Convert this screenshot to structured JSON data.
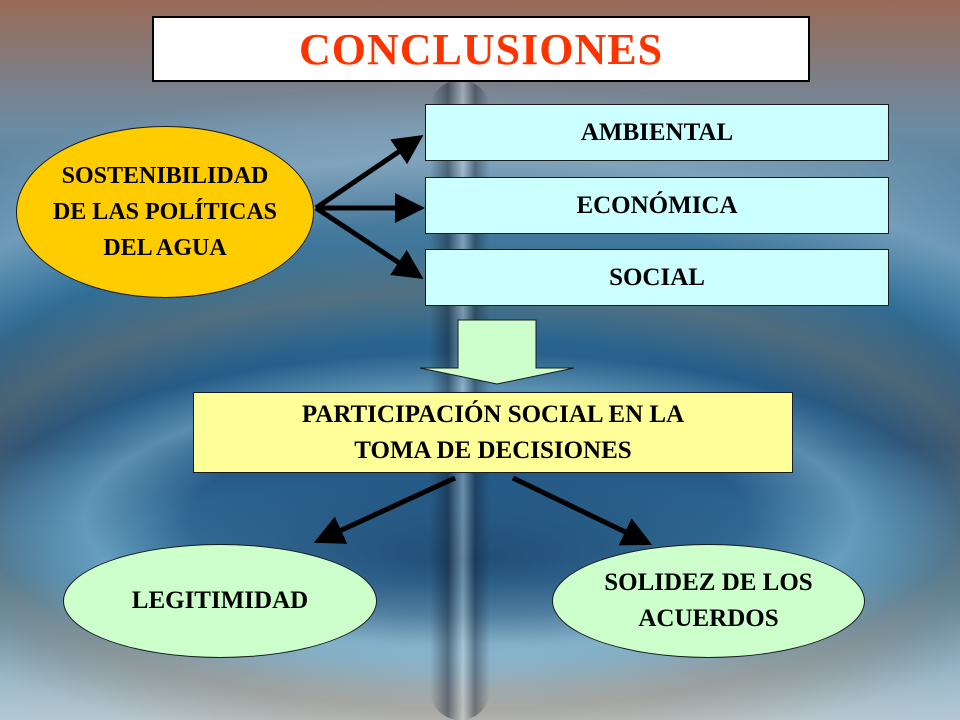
{
  "title": "CONCLUSIONES",
  "source_concept": {
    "line1": "SOSTENIBILIDAD",
    "line2": "DE LAS POLÍTICAS",
    "line3": "DEL AGUA"
  },
  "dimensions": [
    "AMBIENTAL",
    "ECONÓMICA",
    "SOCIAL"
  ],
  "participation": {
    "line1": "PARTICIPACIÓN SOCIAL EN LA",
    "line2": "TOMA DE DECISIONES"
  },
  "outcomes": {
    "left": "LEGITIMIDAD",
    "right_line1": "SOLIDEZ DE LOS",
    "right_line2": "ACUERDOS"
  },
  "colors": {
    "title_text": "#ff3300",
    "dimension_box": "#ccffff",
    "source_ellipse": "#ffcc00",
    "participation_box": "#ffff99",
    "outcome_ellipse": "#ccffcc",
    "down_arrow": "#ccffcc"
  }
}
